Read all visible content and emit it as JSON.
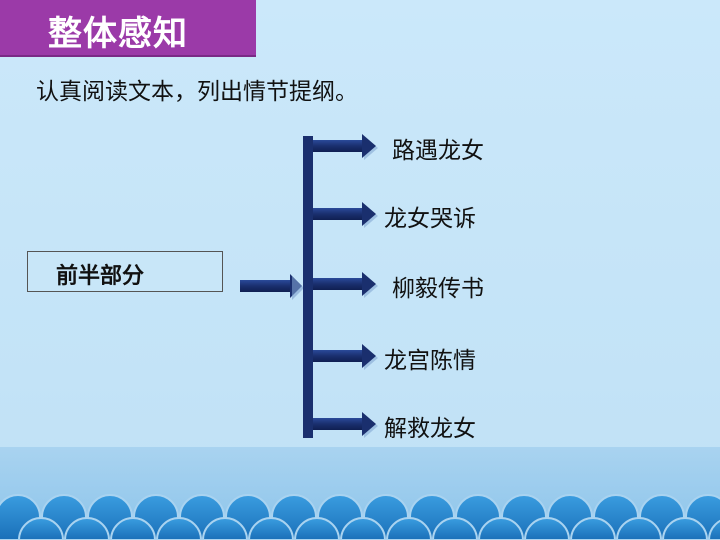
{
  "title": "整体感知",
  "instruction": "认真阅读文本，列出情节提纲。",
  "source_label": "前半部分",
  "branches": [
    {
      "label": "路遇龙女"
    },
    {
      "label": "龙女哭诉"
    },
    {
      "label": "柳毅传书"
    },
    {
      "label": "龙宫陈情"
    },
    {
      "label": "解救龙女"
    }
  ],
  "colors": {
    "title_bg": "#9b3aa8",
    "arrow": "#1a2f6e",
    "background": "#c8e6f8",
    "footer_wave": "#2c8fd6"
  }
}
